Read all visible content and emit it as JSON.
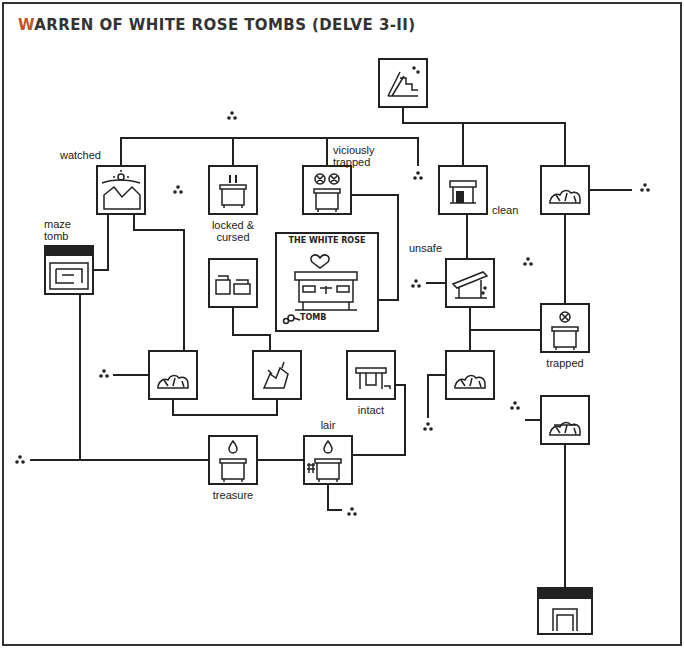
{
  "diagram": {
    "title": "WARREN OF WHITE ROSE TOMBS (DELVE 3-II)",
    "nodes": [
      {
        "text": []
      },
      {
        "text": [
          "watched"
        ]
      },
      {
        "text": [
          "locked & cursed"
        ]
      },
      {
        "text": [
          "viciously trapped"
        ]
      },
      {
        "text": [
          "clean"
        ]
      },
      {
        "text": []
      },
      {
        "text": [
          "maze tomb"
        ]
      },
      {
        "text": []
      },
      {
        "text": [
          "THE WHITE ROSE",
          "TOMB"
        ]
      },
      {
        "text": [
          "unsafe"
        ]
      },
      {
        "text": [
          "trapped"
        ]
      },
      {
        "text": []
      },
      {
        "text": []
      },
      {
        "text": [
          "intact"
        ]
      },
      {
        "text": []
      },
      {
        "text": [
          "treasure"
        ]
      },
      {
        "text": [
          "lair"
        ]
      },
      {
        "text": []
      },
      {
        "text": []
      }
    ],
    "edges": [
      {
        "from": 1,
        "to": 2,
        "arrow": "none"
      },
      {
        "from": 2,
        "to": 3,
        "arrow": "none"
      },
      {
        "from": 0,
        "to": 4,
        "arrow": "none"
      },
      {
        "from": 0,
        "to": 5,
        "arrow": "none"
      },
      {
        "from": 1,
        "to": 6,
        "arrow": "none"
      },
      {
        "from": 1,
        "to": 11,
        "arrow": "none"
      },
      {
        "from": 3,
        "to": 8,
        "arrow": "none"
      },
      {
        "from": 6,
        "to": 15,
        "arrow": "none"
      },
      {
        "from": 11,
        "to": 12,
        "arrow": "none"
      },
      {
        "from": 7,
        "to": 12,
        "arrow": "none"
      },
      {
        "from": 15,
        "to": 16,
        "arrow": "none"
      },
      {
        "from": 16,
        "to": 13,
        "arrow": "none"
      },
      {
        "from": 4,
        "to": 9,
        "arrow": "none"
      },
      {
        "from": 9,
        "to": 14,
        "arrow": "none"
      },
      {
        "from": 9,
        "to": 10,
        "arrow": "none"
      },
      {
        "from": 5,
        "to": 10,
        "arrow": "none"
      },
      {
        "from": 17,
        "to": 18,
        "arrow": "none"
      }
    ]
  }
}
